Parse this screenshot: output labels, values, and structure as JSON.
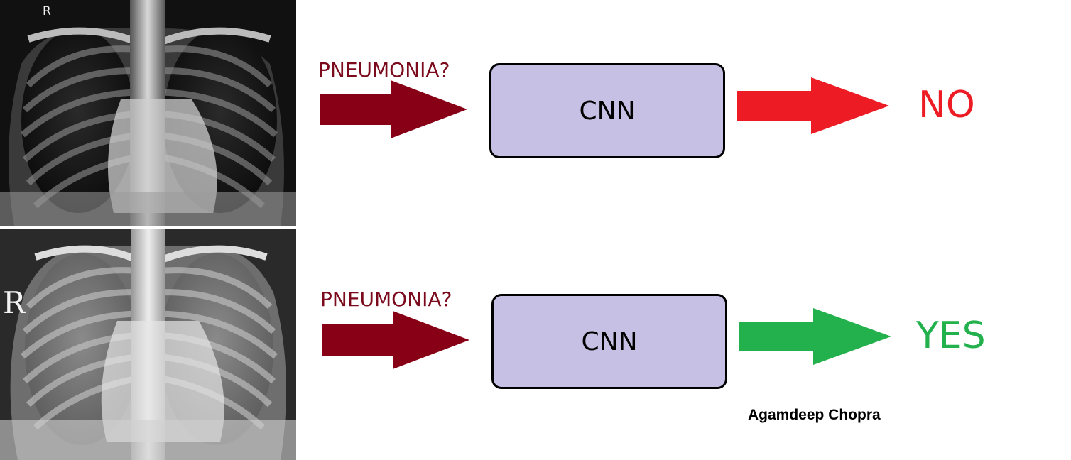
{
  "images": {
    "top": {
      "side_marker": "R"
    },
    "bottom": {
      "side_marker": "R"
    }
  },
  "rows": [
    {
      "question": "PNEUMONIA?",
      "model": "CNN",
      "answer": "NO",
      "answer_color": "#ed1c24",
      "input_arrow_color": "#880015"
    },
    {
      "question": "PNEUMONIA?",
      "model": "CNN",
      "answer": "YES",
      "answer_color": "#22b14c",
      "input_arrow_color": "#880015"
    }
  ],
  "credit": "Agamdeep Chopra"
}
